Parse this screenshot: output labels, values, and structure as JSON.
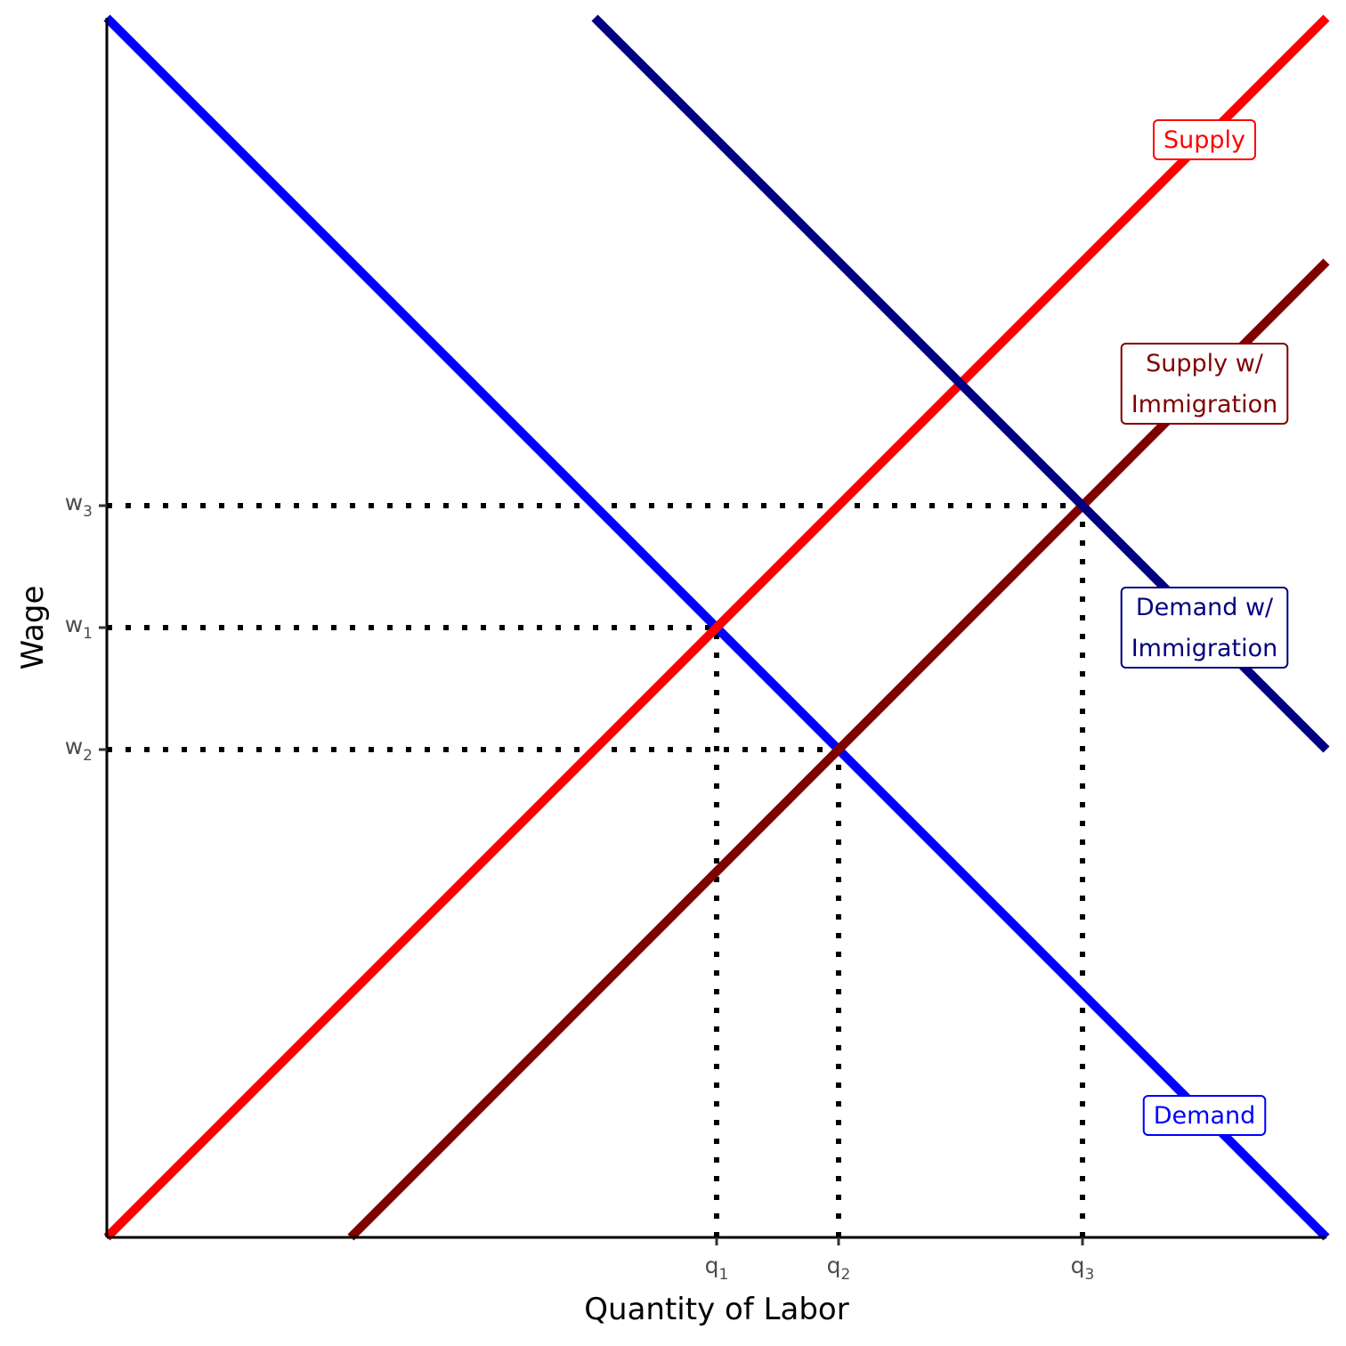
{
  "chart_data": {
    "type": "line",
    "xlabel": "Quantity of Labor",
    "ylabel": "Wage",
    "xlim": [
      0,
      10
    ],
    "ylim": [
      0,
      10
    ],
    "grid": false,
    "legend": "none",
    "series": [
      {
        "name": "Demand",
        "color": "#0000FF",
        "x": [
          0,
          10
        ],
        "y": [
          10,
          0
        ]
      },
      {
        "name": "Supply",
        "color": "#FF0000",
        "x": [
          0,
          10
        ],
        "y": [
          0,
          10
        ]
      },
      {
        "name": "Supply w/ Immigration",
        "color": "#800000",
        "x": [
          2,
          10
        ],
        "y": [
          0,
          8
        ]
      },
      {
        "name": "Demand w/ Immigration",
        "color": "#000080",
        "x": [
          4,
          10
        ],
        "y": [
          10,
          4
        ]
      }
    ],
    "curve_labels": [
      {
        "id": "supply",
        "lines": [
          "Supply"
        ],
        "color": "#FF0000",
        "x": 9.0,
        "y": 9.0
      },
      {
        "id": "supply-imm",
        "lines": [
          "Supply w/",
          "Immigration"
        ],
        "color": "#800000",
        "x": 9.0,
        "y": 7.0
      },
      {
        "id": "demand-imm",
        "lines": [
          "Demand w/",
          "Immigration"
        ],
        "color": "#000080",
        "x": 9.0,
        "y": 5.0
      },
      {
        "id": "demand",
        "lines": [
          "Demand"
        ],
        "color": "#0000FF",
        "x": 9.0,
        "y": 1.0
      }
    ],
    "ticks": {
      "x": [
        {
          "base": "q",
          "sub": "1",
          "value": 5
        },
        {
          "base": "q",
          "sub": "2",
          "value": 6
        },
        {
          "base": "q",
          "sub": "3",
          "value": 8
        }
      ],
      "y": [
        {
          "base": "w",
          "sub": "3",
          "value": 6
        },
        {
          "base": "w",
          "sub": "1",
          "value": 5
        },
        {
          "base": "w",
          "sub": "2",
          "value": 4
        }
      ]
    },
    "guide_segments": [
      {
        "from": [
          0,
          6
        ],
        "to": [
          8,
          6
        ]
      },
      {
        "from": [
          0,
          5
        ],
        "to": [
          5,
          5
        ]
      },
      {
        "from": [
          0,
          4
        ],
        "to": [
          6,
          4
        ]
      },
      {
        "from": [
          5,
          0
        ],
        "to": [
          5,
          5
        ]
      },
      {
        "from": [
          6,
          0
        ],
        "to": [
          6,
          4
        ]
      },
      {
        "from": [
          8,
          0
        ],
        "to": [
          8,
          6
        ]
      }
    ]
  }
}
